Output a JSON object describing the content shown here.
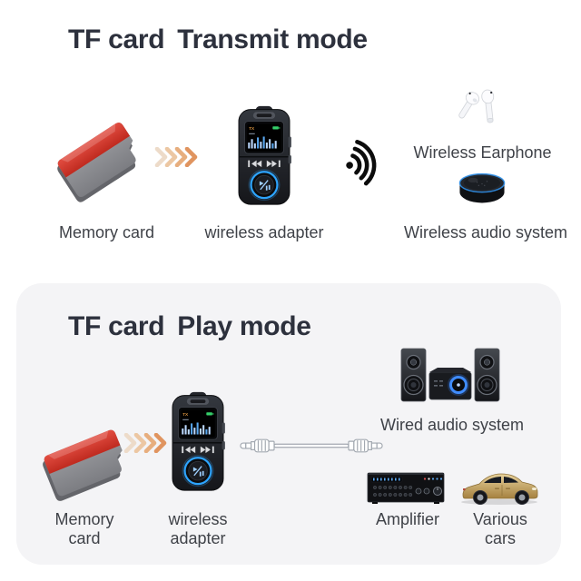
{
  "colors": {
    "page_background": "#ffffff",
    "card_background": "#f4f4f6",
    "title_text": "#2d313d",
    "label_text": "#3f4248",
    "accent_blue": "#2da4ff",
    "memory_card_red": "#d6352c",
    "memory_card_gray": "#8d8e92",
    "arrow_gradient_start": "#eddbc9",
    "arrow_gradient_end": "#e0945f",
    "car_gold": "#c9a866"
  },
  "adapter": {
    "screen_indicator": "TX"
  },
  "icons": {
    "flow_arrows": "quadruple-chevron-right",
    "wireless_signal": "radio-waves-right",
    "adapter_ring": "blue-ring-play-button"
  },
  "transmit_section": {
    "title_prefix": "TF card",
    "title_mode": "Transmit mode",
    "labels": {
      "memory_card": "Memory card",
      "wireless_adapter": "wireless adapter",
      "wireless_earphone": "Wireless Earphone",
      "wireless_audio_system": "Wireless audio system"
    }
  },
  "play_section": {
    "title_prefix": "TF card",
    "title_mode": "Play mode",
    "labels": {
      "memory_card_line1": "Memory",
      "memory_card_line2": "card",
      "wireless_adapter_line1": "wireless",
      "wireless_adapter_line2": "adapter",
      "wired_audio_system": "Wired audio system",
      "amplifier": "Amplifier",
      "various_cars_line1": "Various",
      "various_cars_line2": "cars"
    }
  }
}
